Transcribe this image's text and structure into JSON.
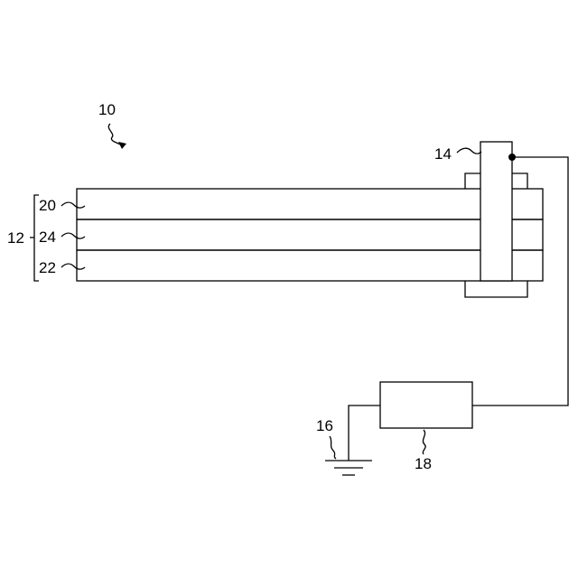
{
  "labels": {
    "device": "10",
    "stack": "12",
    "layer_top": "20",
    "layer_middle": "24",
    "layer_bottom": "22",
    "clamp": "14",
    "ground": "16",
    "component": "18"
  }
}
